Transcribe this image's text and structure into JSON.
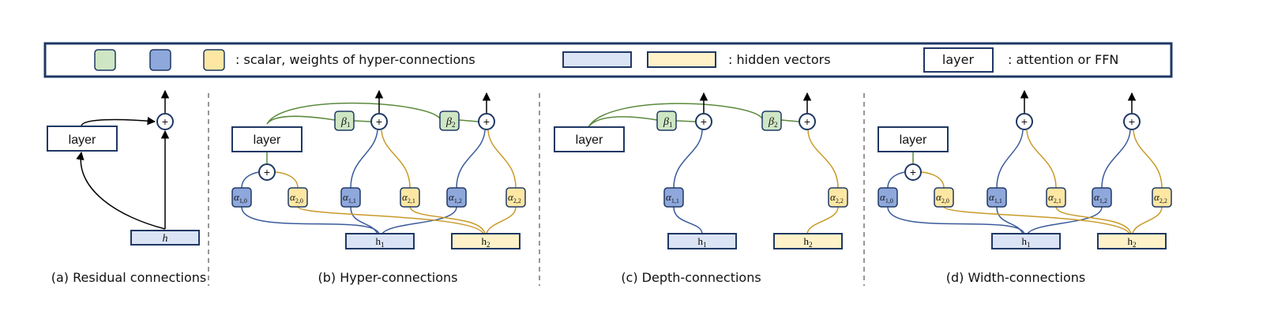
{
  "legend": {
    "scalar_label": ": scalar, weights of hyper-connections",
    "hidden_label": ": hidden vectors",
    "layer_box": "layer",
    "layer_label": ": attention or FFN"
  },
  "nodes": {
    "layer": "layer",
    "plus": "+",
    "h": "h",
    "h1": "h",
    "h2": "h",
    "sub1": "1",
    "sub2": "2",
    "alpha": "α",
    "beta": "β",
    "a10": "1,0",
    "a20": "2,0",
    "a11": "1,1",
    "a21": "2,1",
    "a12": "1,2",
    "a22": "2,2",
    "b1": "1",
    "b2": "2"
  },
  "captions": {
    "a": "(a) Residual connections",
    "b": "(b) Hyper-connections",
    "c": "(c) Depth-connections",
    "d": "(d) Width-connections"
  },
  "colors": {
    "green_fill": "#cfe6c4",
    "green_line": "#5b8a3c",
    "blue_fill": "#8fa8dc",
    "blue_line": "#3a5a9a",
    "yellow_fill": "#fde7a3",
    "yellow_line": "#c89a28",
    "hidden_blue": "#dbe4f5",
    "hidden_yellow": "#fff2c9",
    "dark": "#1f3864"
  }
}
